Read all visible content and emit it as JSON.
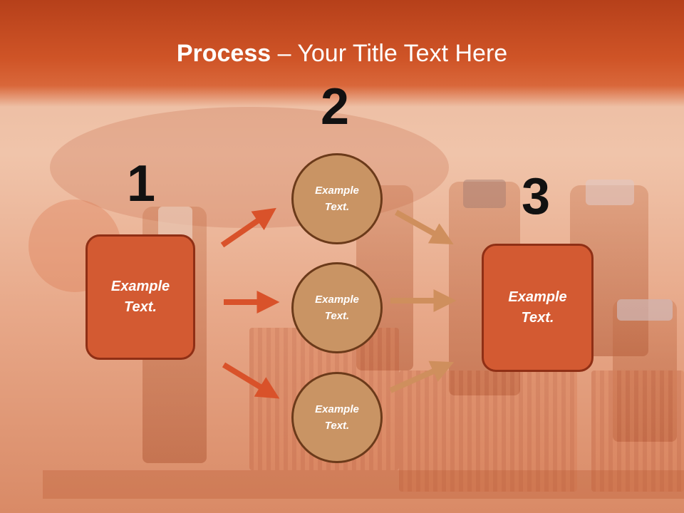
{
  "slide": {
    "title_bold": "Process",
    "title_rest": " – Your Title Text Here"
  },
  "steps": {
    "one": {
      "number": "1",
      "text": "Example\nText."
    },
    "two": {
      "number": "2"
    },
    "three": {
      "number": "3",
      "text": "Example\nText."
    }
  },
  "circles": [
    {
      "text": "Example\nText."
    },
    {
      "text": "Example\nText."
    },
    {
      "text": "Example\nText."
    }
  ],
  "colors": {
    "header": "#cf5427",
    "box_fill": "#d35a32",
    "circle_fill": "#c99464",
    "arrow_left": "#d9522a",
    "arrow_right": "#cf8f5d"
  }
}
